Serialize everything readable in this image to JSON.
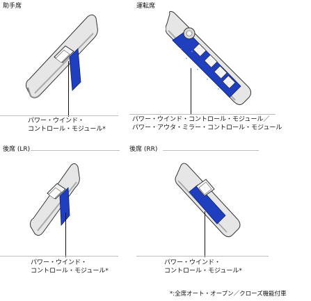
{
  "sections": {
    "front_passenger": {
      "title": "助手席",
      "caption_line1": "パワー・ウインド・",
      "caption_line2": "コントロール・モジュール*"
    },
    "driver": {
      "title": "運転席",
      "caption_line1": "パワー・ウインド・コントロール・モジュール／",
      "caption_line2": "パワー・アウタ・ミラー・コントロール・モジュール"
    },
    "rear_left": {
      "title": "後席 (LR)",
      "caption_line1": "パワー・ウインド・",
      "caption_line2": "コントロール・モジュール*"
    },
    "rear_right": {
      "title": "後席 (RR)",
      "caption_line1": "パワー・ウインド・",
      "caption_line2": "コントロール・モジュール*"
    }
  },
  "footnote": "*:全席オート・オープン／クローズ機能付車",
  "colors": {
    "module_blue": "#1f3fbf",
    "panel_light": "#e6e6e6",
    "panel_shade": "#a9a9a9",
    "outline": "#333333"
  }
}
